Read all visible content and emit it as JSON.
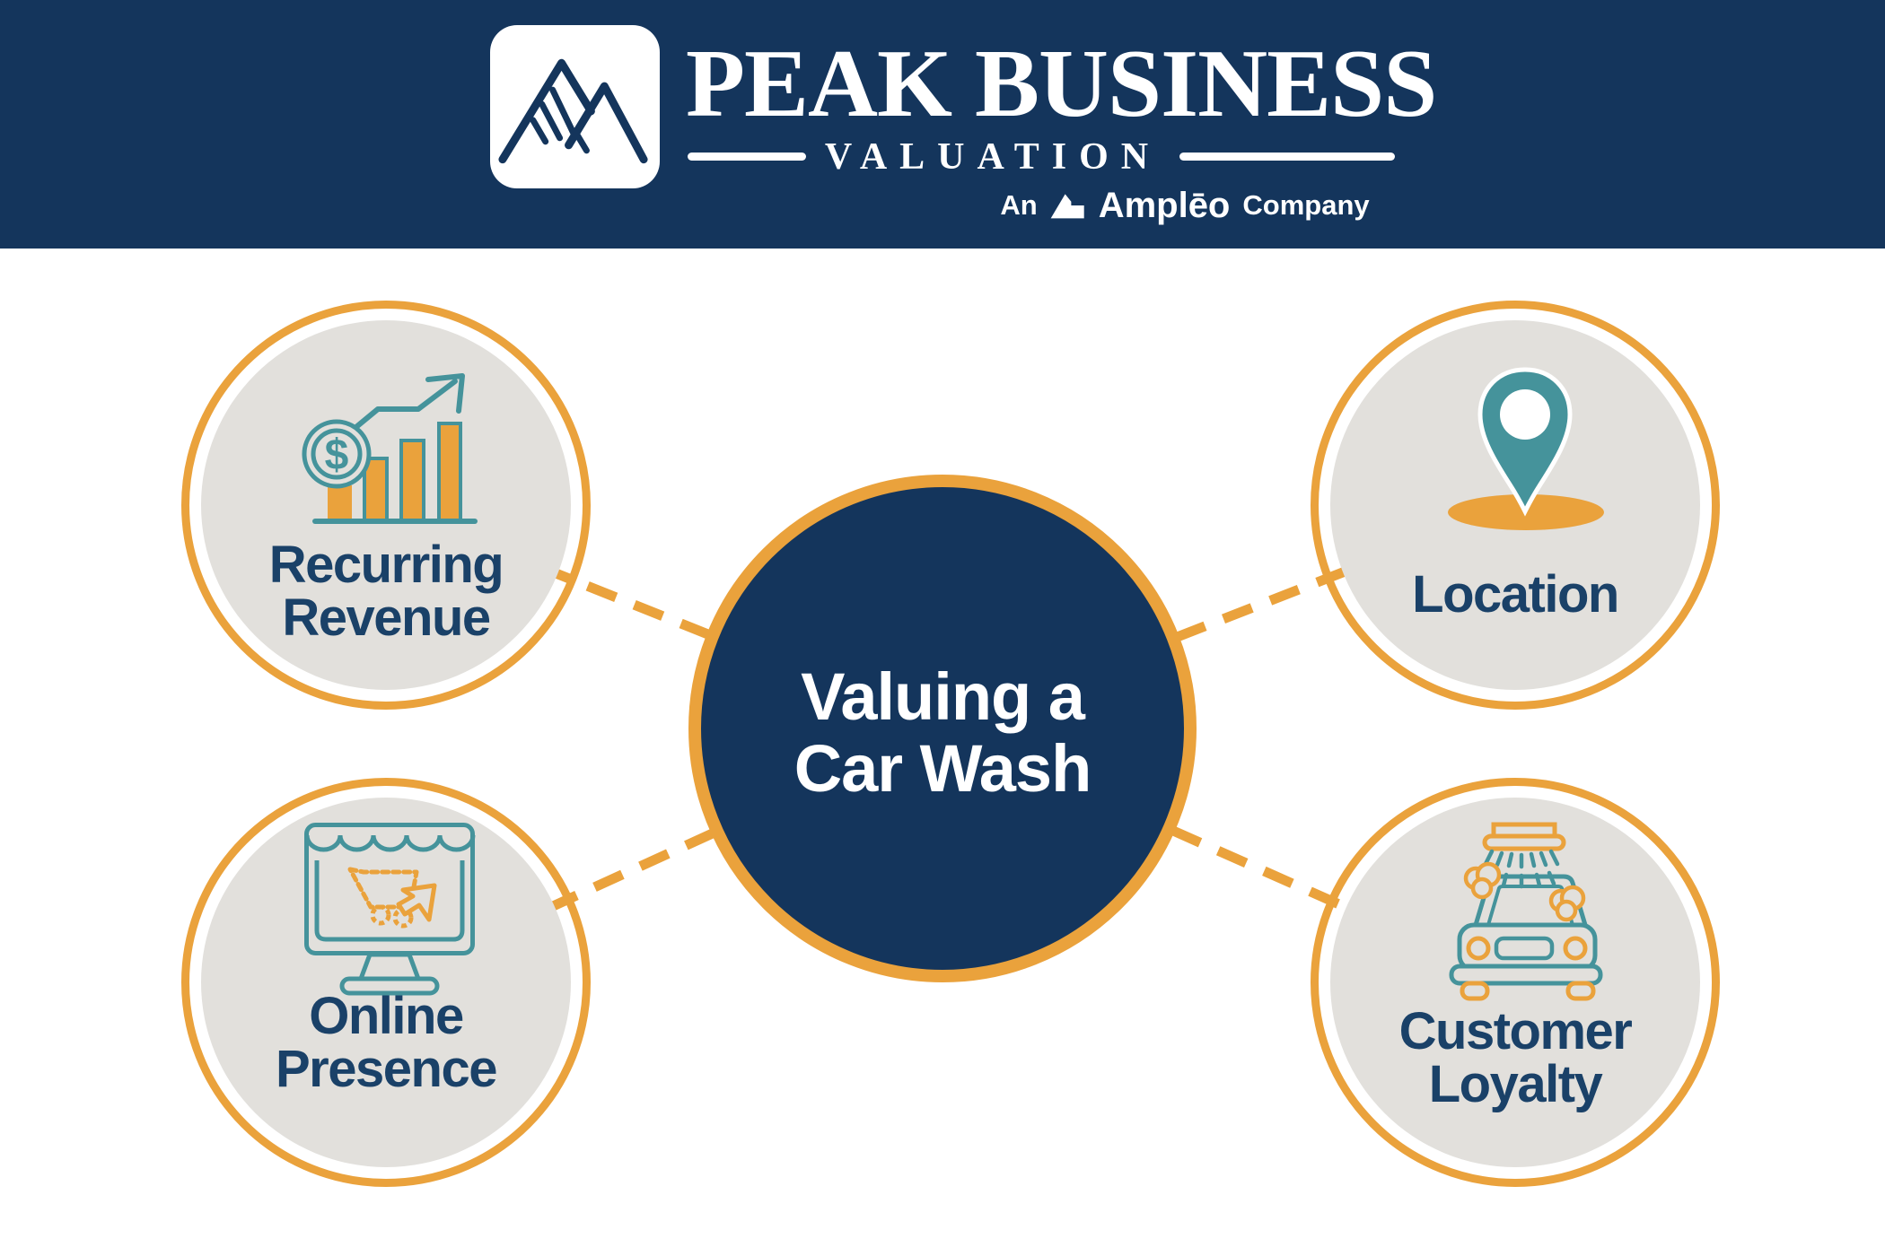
{
  "header": {
    "brand_name": "PEAK BUSINESS",
    "brand_sub": "VALUATION",
    "tagline": {
      "prefix": "An",
      "brand": "Amplēo",
      "suffix": "Company"
    }
  },
  "center": {
    "line1": "Valuing a",
    "line2": "Car Wash"
  },
  "nodes": {
    "recurring_revenue": {
      "line1": "Recurring",
      "line2": "Revenue",
      "icon": "growth-bar-chart-icon"
    },
    "location": {
      "line1": "Location",
      "icon": "map-pin-icon"
    },
    "online_presence": {
      "line1": "Online",
      "line2": "Presence",
      "icon": "online-store-monitor-icon"
    },
    "customer_loyalty": {
      "line1": "Customer",
      "line2": "Loyalty",
      "icon": "car-wash-icon"
    }
  },
  "icon_glyphs": {
    "dollar": "$"
  },
  "colors": {
    "navy": "#14355C",
    "label_navy": "#1A4168",
    "orange": "#EAA23C",
    "teal": "#45939B",
    "circle_gray": "#E2E0DC",
    "white": "#FFFFFF"
  }
}
